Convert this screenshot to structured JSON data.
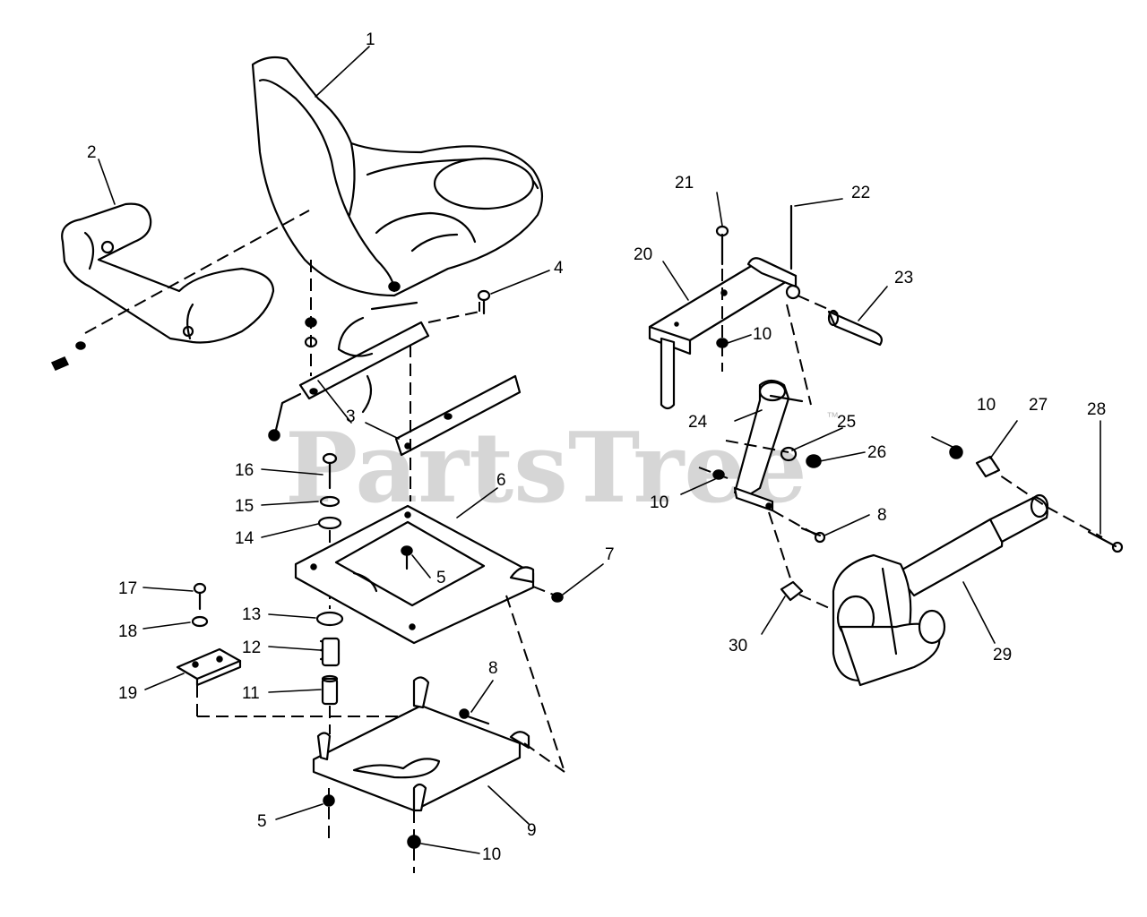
{
  "watermark": "PartsTree",
  "watermark_tm": "™",
  "callouts": [
    {
      "id": "1",
      "text": "1"
    },
    {
      "id": "2",
      "text": "2"
    },
    {
      "id": "3",
      "text": "3"
    },
    {
      "id": "4",
      "text": "4"
    },
    {
      "id": "5a",
      "text": "5"
    },
    {
      "id": "5b",
      "text": "5"
    },
    {
      "id": "6",
      "text": "6"
    },
    {
      "id": "7",
      "text": "7"
    },
    {
      "id": "8a",
      "text": "8"
    },
    {
      "id": "8b",
      "text": "8"
    },
    {
      "id": "9",
      "text": "9"
    },
    {
      "id": "10a",
      "text": "10"
    },
    {
      "id": "10b",
      "text": "10"
    },
    {
      "id": "10c",
      "text": "10"
    },
    {
      "id": "10d",
      "text": "10"
    },
    {
      "id": "11",
      "text": "11"
    },
    {
      "id": "12",
      "text": "12"
    },
    {
      "id": "13",
      "text": "13"
    },
    {
      "id": "14",
      "text": "14"
    },
    {
      "id": "15",
      "text": "15"
    },
    {
      "id": "16",
      "text": "16"
    },
    {
      "id": "17",
      "text": "17"
    },
    {
      "id": "18",
      "text": "18"
    },
    {
      "id": "19",
      "text": "19"
    },
    {
      "id": "20",
      "text": "20"
    },
    {
      "id": "21",
      "text": "21"
    },
    {
      "id": "22",
      "text": "22"
    },
    {
      "id": "23",
      "text": "23"
    },
    {
      "id": "24",
      "text": "24"
    },
    {
      "id": "25",
      "text": "25"
    },
    {
      "id": "26",
      "text": "26"
    },
    {
      "id": "27",
      "text": "27"
    },
    {
      "id": "28",
      "text": "28"
    },
    {
      "id": "29",
      "text": "29"
    },
    {
      "id": "30",
      "text": "30"
    }
  ]
}
